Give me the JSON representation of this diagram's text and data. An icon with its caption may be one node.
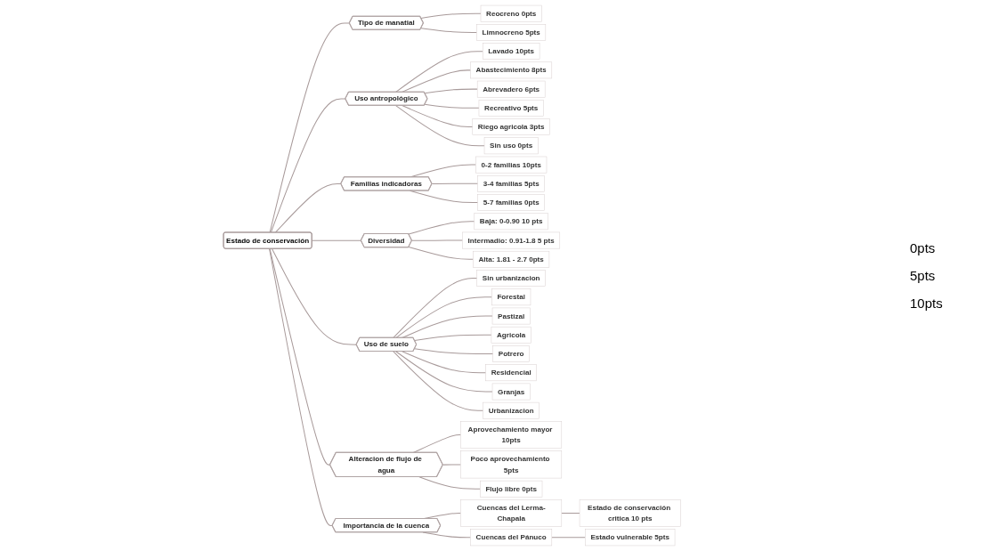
{
  "diagram": {
    "nodes": [
      {
        "text": [
          "Estado de conservación"
        ]
      },
      {
        "text": [
          "Tipo de manatial"
        ]
      },
      {
        "text": [
          "Reocreno 0pts"
        ]
      },
      {
        "text": [
          "Limnocreno 5pts"
        ]
      },
      {
        "text": [
          "Uso antropológico"
        ]
      },
      {
        "text": [
          "Lavado 10pts"
        ]
      },
      {
        "text": [
          "Abastecimiento 8pts"
        ]
      },
      {
        "text": [
          "Abrevadero 6pts"
        ]
      },
      {
        "text": [
          "Recreativo 5pts"
        ]
      },
      {
        "text": [
          "Riego agricola 3pts"
        ]
      },
      {
        "text": [
          "Sin uso 0pts"
        ]
      },
      {
        "text": [
          "Familias indicadoras"
        ]
      },
      {
        "text": [
          "0-2 familias 10pts"
        ]
      },
      {
        "text": [
          "3-4 familias 5pts"
        ]
      },
      {
        "text": [
          "5-7 familias 0pts"
        ]
      },
      {
        "text": [
          "Diversidad"
        ]
      },
      {
        "text": [
          "Baja: 0-0.90 10 pts"
        ]
      },
      {
        "text": [
          "Intermadio: 0.91-1.8 5 pts"
        ]
      },
      {
        "text": [
          "Alta: 1.81 - 2.7 0pts"
        ]
      },
      {
        "text": [
          "Uso de suelo"
        ]
      },
      {
        "text": [
          "Sin urbanizacion"
        ]
      },
      {
        "text": [
          "Forestal"
        ]
      },
      {
        "text": [
          "Pastizal"
        ]
      },
      {
        "text": [
          "Agricola"
        ]
      },
      {
        "text": [
          "Potrero"
        ]
      },
      {
        "text": [
          "Residencial"
        ]
      },
      {
        "text": [
          "Granjas"
        ]
      },
      {
        "text": [
          "Urbanizacion"
        ]
      },
      {
        "text": [
          "Alteracion de flujo de agua"
        ]
      },
      {
        "text": [
          "Aprovechamiento mayor 10pts"
        ]
      },
      {
        "text": [
          "Poco aprovechamiento 5pts"
        ]
      },
      {
        "text": [
          "Flujo libre 0pts"
        ]
      },
      {
        "text": [
          "Importancia de la cuenca"
        ]
      },
      {
        "text": [
          "Cuencas del Lerma-Chapala"
        ]
      },
      {
        "text": [
          "Estado de conservación critica 10 pts"
        ]
      },
      {
        "text": [
          "Cuencas del Pánuco"
        ]
      },
      {
        "text": [
          "Estado vulnerable 5pts"
        ]
      }
    ],
    "edges": [
      {
        "from": 0,
        "to": 1,
        "arrow": "none"
      },
      {
        "from": 1,
        "to": 2,
        "arrow": "none"
      },
      {
        "from": 1,
        "to": 3,
        "arrow": "none"
      },
      {
        "from": 0,
        "to": 4,
        "arrow": "none"
      },
      {
        "from": 4,
        "to": 5,
        "arrow": "none"
      },
      {
        "from": 4,
        "to": 6,
        "arrow": "none"
      },
      {
        "from": 4,
        "to": 7,
        "arrow": "none"
      },
      {
        "from": 4,
        "to": 8,
        "arrow": "none"
      },
      {
        "from": 4,
        "to": 9,
        "arrow": "none"
      },
      {
        "from": 4,
        "to": 10,
        "arrow": "none"
      },
      {
        "from": 0,
        "to": 11,
        "arrow": "none"
      },
      {
        "from": 11,
        "to": 12,
        "arrow": "none"
      },
      {
        "from": 11,
        "to": 13,
        "arrow": "none"
      },
      {
        "from": 11,
        "to": 14,
        "arrow": "none"
      },
      {
        "from": 0,
        "to": 15,
        "arrow": "none"
      },
      {
        "from": 15,
        "to": 16,
        "arrow": "none"
      },
      {
        "from": 15,
        "to": 17,
        "arrow": "none"
      },
      {
        "from": 15,
        "to": 18,
        "arrow": "none"
      },
      {
        "from": 0,
        "to": 19,
        "arrow": "none"
      },
      {
        "from": 19,
        "to": 20,
        "arrow": "none"
      },
      {
        "from": 19,
        "to": 21,
        "arrow": "none"
      },
      {
        "from": 19,
        "to": 22,
        "arrow": "none"
      },
      {
        "from": 19,
        "to": 23,
        "arrow": "none"
      },
      {
        "from": 19,
        "to": 24,
        "arrow": "none"
      },
      {
        "from": 19,
        "to": 25,
        "arrow": "none"
      },
      {
        "from": 19,
        "to": 26,
        "arrow": "none"
      },
      {
        "from": 19,
        "to": 27,
        "arrow": "none"
      },
      {
        "from": 0,
        "to": 28,
        "arrow": "none"
      },
      {
        "from": 28,
        "to": 29,
        "arrow": "none"
      },
      {
        "from": 28,
        "to": 30,
        "arrow": "none"
      },
      {
        "from": 28,
        "to": 31,
        "arrow": "none"
      },
      {
        "from": 0,
        "to": 32,
        "arrow": "none"
      },
      {
        "from": 32,
        "to": 33,
        "arrow": "none"
      },
      {
        "from": 33,
        "to": 34,
        "arrow": "none"
      },
      {
        "from": 32,
        "to": 35,
        "arrow": "none"
      },
      {
        "from": 35,
        "to": 36,
        "arrow": "none"
      }
    ],
    "labels": [
      "0pts",
      "5pts",
      "10pts"
    ]
  }
}
